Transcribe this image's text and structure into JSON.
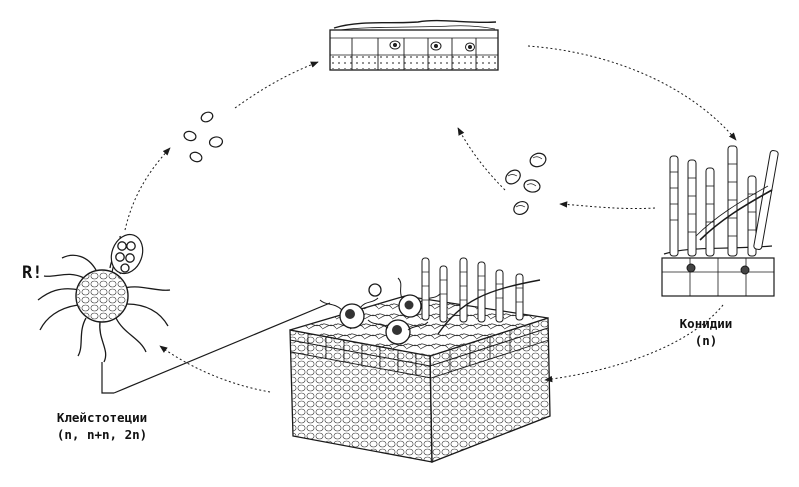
{
  "labels": {
    "r_mark": "R!",
    "conidia_line1": "Конидии",
    "conidia_line2": "(n)",
    "cleist_line1": "Клейстотеции",
    "cleist_line2": "(n, n+n, 2n)"
  },
  "colors": {
    "ink": "#1a1a1a",
    "background": "#ffffff"
  }
}
